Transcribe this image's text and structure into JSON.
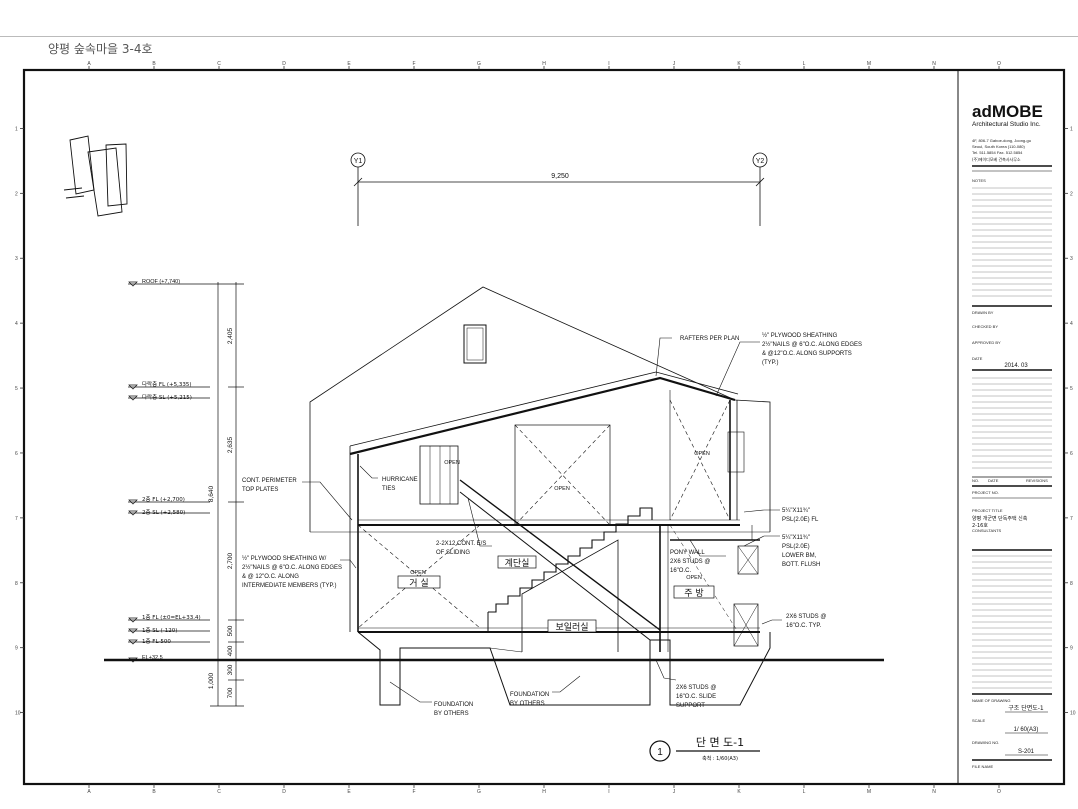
{
  "page": {
    "title": "양평 숲속마을 3-4호"
  },
  "grid": {
    "columns": [
      "A",
      "B",
      "C",
      "D",
      "E",
      "F",
      "G",
      "H",
      "I",
      "J",
      "K",
      "L",
      "M",
      "N",
      "O"
    ],
    "rows": [
      "1",
      "2",
      "3",
      "4",
      "5",
      "6",
      "7",
      "8",
      "9",
      "10"
    ]
  },
  "title_block": {
    "firm": "adMOBE",
    "firm_sub": "Architectural Studio Inc.",
    "address_1": "4F, 806-7 Gaboe-dong, Joong-gu",
    "address_2": "Seoul, South Korea (110-080)",
    "phone": "Tel. 511.5854      Fax. 512.5854",
    "firm_kr": "(주)에이디모베 건축사사무소",
    "notes_label": "NOTES",
    "drawn_by": "DRAWN BY",
    "checked_by": "CHECKED BY",
    "approved_by": "APPROVED BY",
    "date_label": "DATE",
    "date_value": "2014. 03",
    "rev_no": "NO.",
    "rev_date": "DATE",
    "rev_revisions": "REVISIONS",
    "project_no": "PROJECT NO.",
    "project_title_label": "PROJECT TITLE",
    "project_title_1": "양평 개군면 단독주택 신축",
    "project_title_2": "2-16호",
    "consultants": "CONSULTANTS",
    "name_of_drawing_label": "NAME OF DRAWING",
    "name_of_drawing": "구조 단면도-1",
    "scale_label": "SCALE",
    "scale_value": "1/ 60(A3)",
    "drawing_no_label": "DRAWING NO.",
    "drawing_no": "S-201",
    "file_name": "FILE NAME"
  },
  "axes": {
    "y1": "Y1",
    "y2": "Y2",
    "span": "9,250"
  },
  "levels": {
    "roof": "ROOF (+7,740)",
    "attic_fl": "다락층 FL (+5,335)",
    "attic_sl": "다락층 SL (+5,215)",
    "fl2": "2층 FL (+2,700)",
    "sl2": "2층 SL (+2,580)",
    "fl1": "1층 FL (±0=EL+33.4)",
    "sl1": "1층 SL (-120)",
    "fl1_low": "1층 FL-500",
    "el": "EL+32.5"
  },
  "dims": {
    "total": "8,640",
    "d2405": "2,405",
    "d2635": "2,635",
    "d2700": "2,700",
    "d500": "500",
    "d400": "400",
    "d300": "300",
    "d1000": "1,000",
    "d700": "700"
  },
  "rooms": {
    "living": "거 실",
    "stair": "계단실",
    "boiler": "보일러실",
    "kitchen": "주 방",
    "open": "OPEN"
  },
  "notes": {
    "rafters": "RAFTERS PER PLAN",
    "plywood_1": "½\" PLYWOOD SHEATHING",
    "plywood_2": "2½\"NAILS @ 6\"O.C. ALONG EDGES",
    "plywood_3": "& @12\"O.C. ALONG SUPPORTS",
    "plywood_4": "(TYP.)",
    "cont_1": "CONT. PERIMETER",
    "cont_2": "TOP PLATES",
    "hurricane_1": "HURRICANE",
    "hurricane_2": "TIES",
    "wall_1": "½\" PLYWOOD SHEATHING W/",
    "wall_2": "2½\"NAILS @ 6\"O.C. ALONG EDGES",
    "wall_3": "& @ 12\"O.C. ALONG",
    "wall_4": "INTERMEDIATE MEMBERS (TYP.)",
    "cont_es_1": "2-2X12 CONT. E/S",
    "cont_es_2": "OF SLIDING",
    "psl1_1": "5¼\"X11¾\"",
    "psl1_2": "PSL(2.0E) FL",
    "psl2_1": "5¼\"X11¾\"",
    "psl2_2": "PSL(2.0E)",
    "psl2_3": "LOWER BM,",
    "psl2_4": "BOTT. FLUSH",
    "pony_1": "PONY WALL",
    "pony_2": "2X6 STUDS @",
    "pony_3": "16\"O.C.",
    "studs_1": "2X6 STUDS @",
    "studs_2": "16\"O.C. TYP.",
    "slide_1": "2X6 STUDS @",
    "slide_2": "16\"O.C. SLIDE",
    "slide_3": "SUPPORT",
    "found1_1": "FOUNDATION",
    "found1_2": "BY OTHERS",
    "found2_1": "FOUNDATION",
    "found2_2": "BY OTHERS"
  },
  "section_tag": {
    "number": "1",
    "title": "단 면 도-1",
    "scale": "축척 : 1/60(A3)"
  }
}
